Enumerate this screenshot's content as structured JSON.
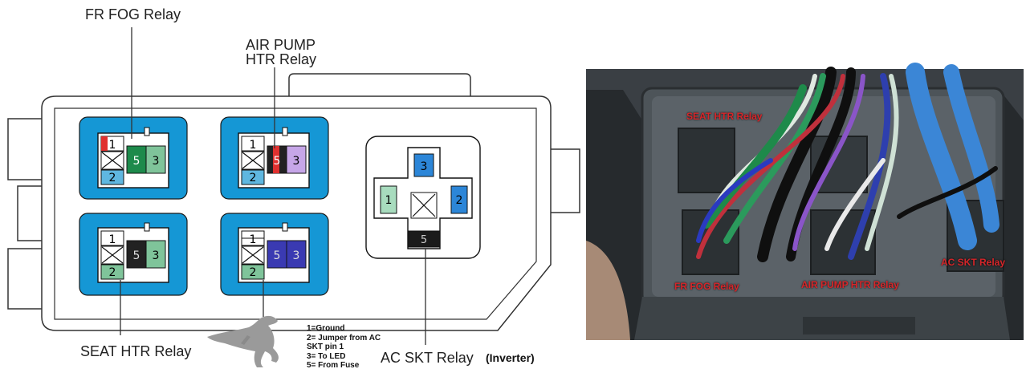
{
  "diagram": {
    "labels": {
      "fr_fog": "FR FOG Relay",
      "air_pump_line1": "AIR PUMP",
      "air_pump_line2": "HTR Relay",
      "seat_htr": "SEAT HTR Relay",
      "ac_skt": "AC SKT Relay",
      "inverter": "(Inverter)"
    },
    "pins": {
      "p1": "1",
      "p2": "2",
      "p3": "3",
      "p5": "5"
    },
    "legend": [
      "1=Ground",
      "2= Jumper from AC",
      "SKT pin 1",
      "3= To LED",
      "5= From Fuse"
    ],
    "colors": {
      "socket_blue": "#1597d5",
      "pin_red": "#e0312f",
      "pin_green": "#1d8a4b",
      "pin_lightgreen": "#7fc49a",
      "pin_lightblue": "#5fb7e0",
      "pin_lavender": "#c6a6e8",
      "pin_black": "#222222",
      "pin_navy": "#3a3ab2",
      "pin_blue": "#2c86d8",
      "pin_mint": "#a8dcbe"
    }
  },
  "photo": {
    "labels": {
      "seat_htr": "SEAT HTR Relay",
      "fr_fog": "FR FOG Relay",
      "air_pump_htr": "AIR PUMP HTR Relay",
      "ac_skt": "AC SKT Relay"
    }
  }
}
